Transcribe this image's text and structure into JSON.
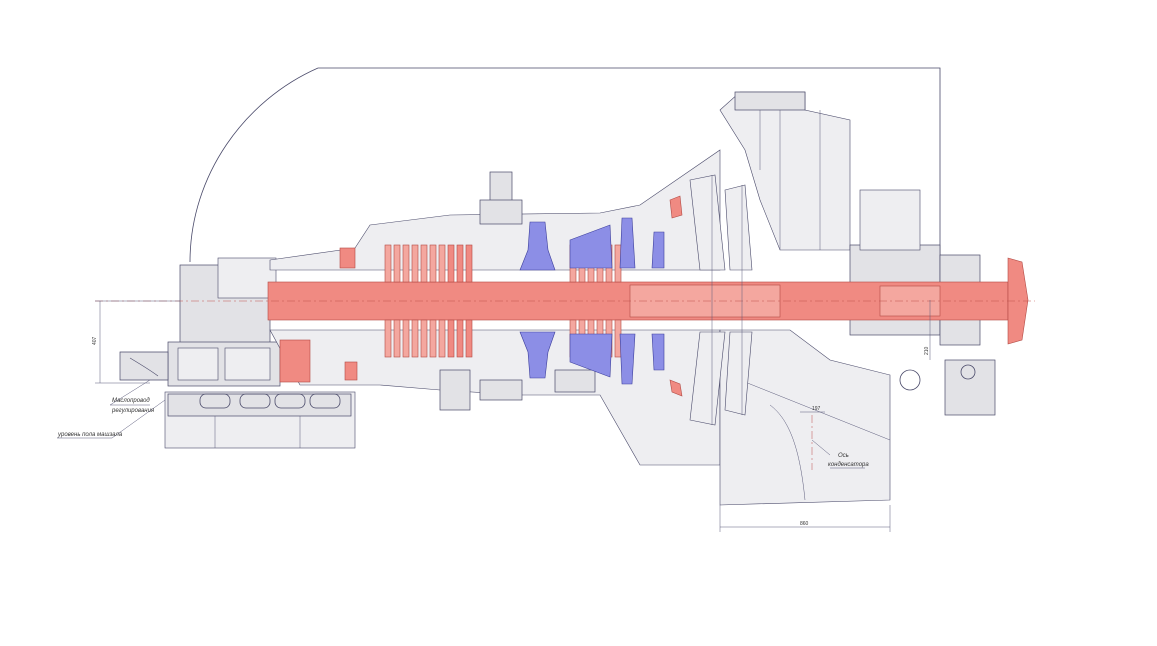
{
  "drawing": {
    "annotations": {
      "oil_pipe_1": "Маслопровод",
      "oil_pipe_2": "регулирования",
      "floor_level": "уровень пола машзала",
      "condenser_axis_1": "Ось",
      "condenser_axis_2": "конденсатора"
    },
    "dimensions": {
      "left_height": "407",
      "condenser_offset": "197",
      "bottom_width": "860",
      "right_height": "210"
    },
    "colors": {
      "rotor": "#f08a82",
      "blades_blue": "#8c8ee6",
      "casing": "#e2e2e6",
      "outline": "#4a4a6a"
    }
  }
}
